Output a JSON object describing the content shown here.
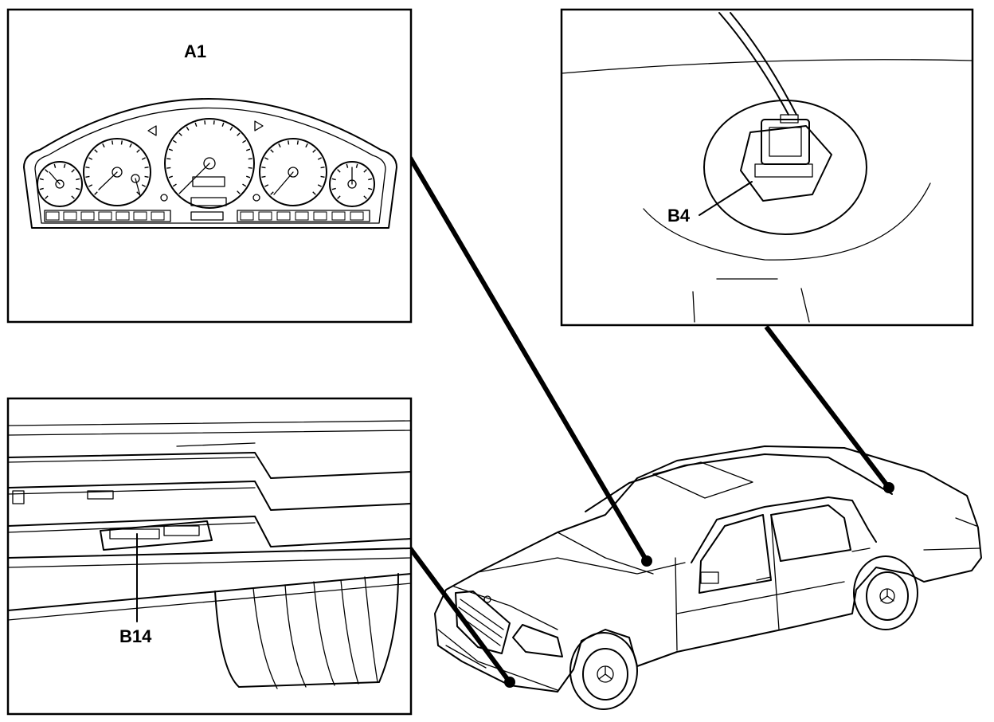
{
  "callouts": {
    "a1": "A1",
    "b4": "B4",
    "b14": "B14"
  },
  "colors": {
    "ink": "#000000",
    "paper": "#ffffff"
  }
}
